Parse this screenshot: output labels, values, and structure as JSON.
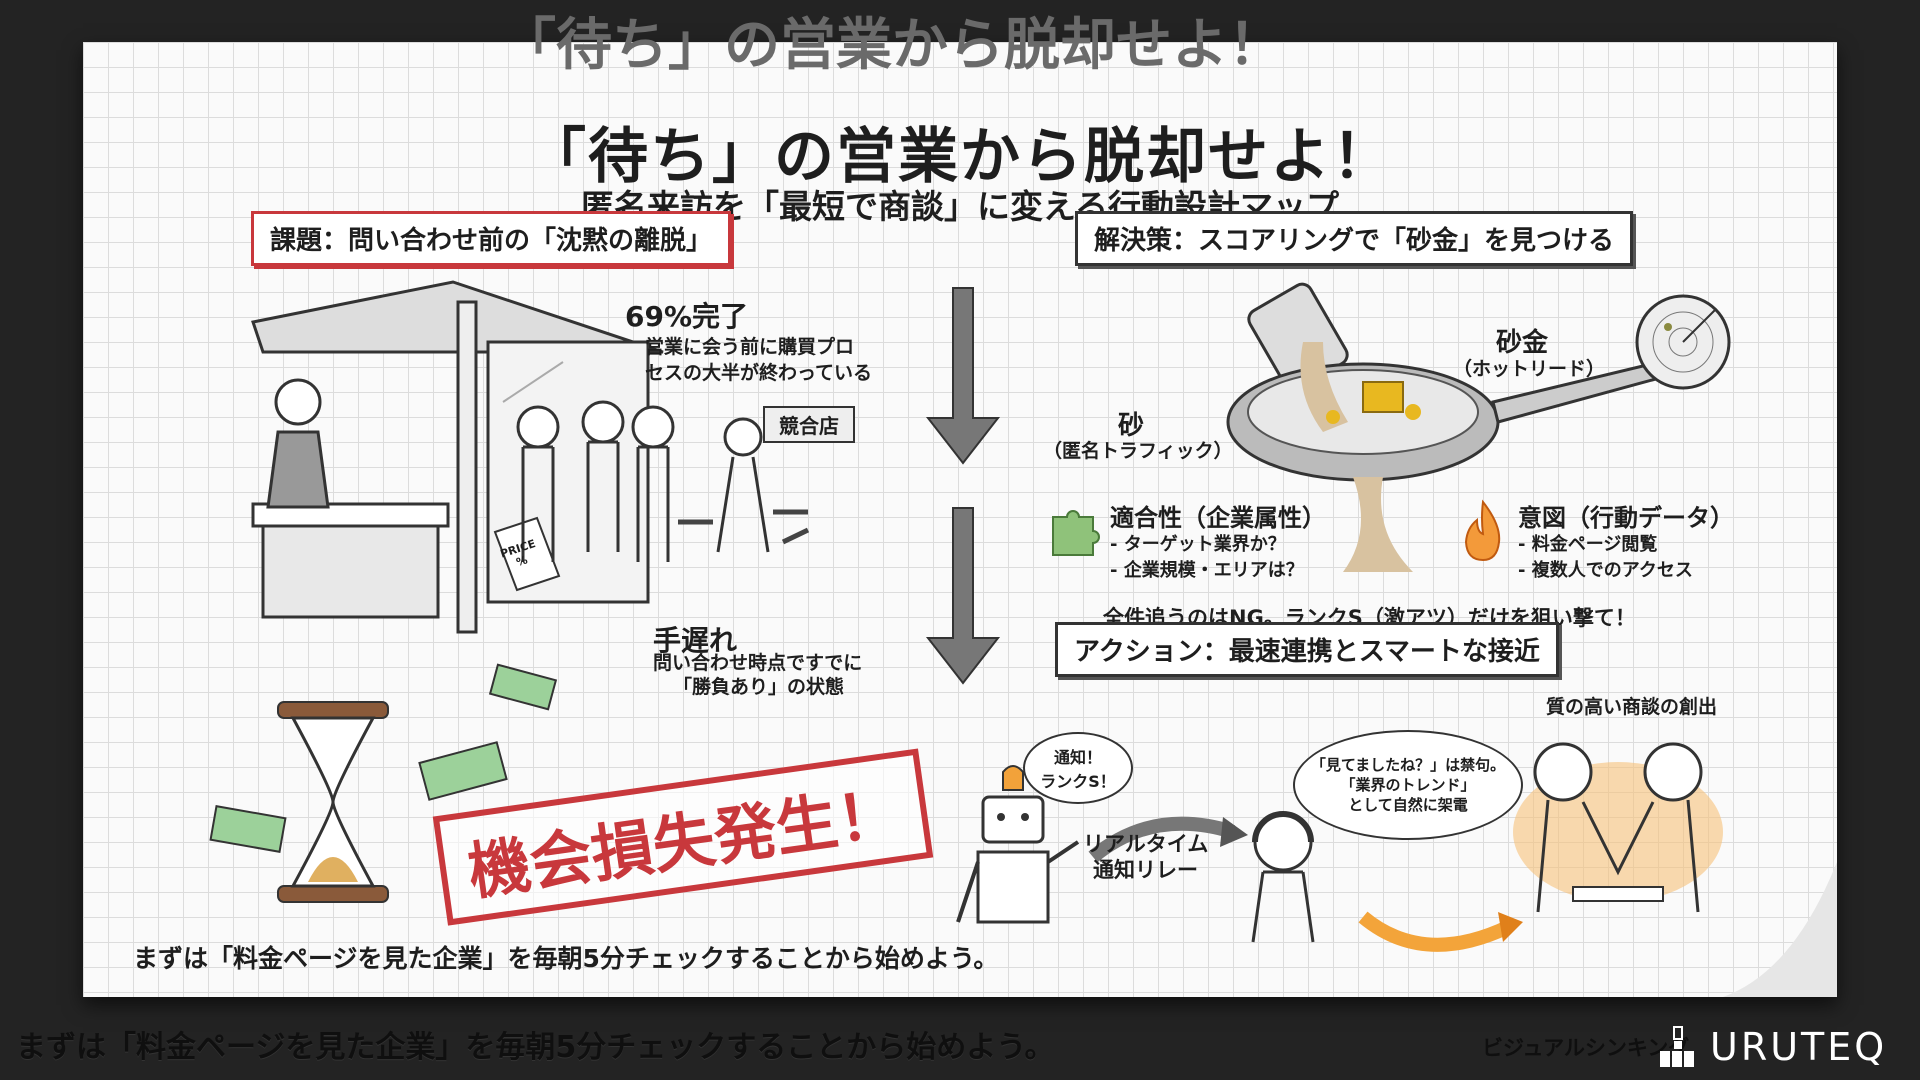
{
  "slide": {
    "title": "「待ち」の営業から脱却せよ！",
    "subtitle": "匿名来訪を「最短で商談」に変える行動設計マップ",
    "problem": {
      "header": "課題：問い合わせ前の「沈黙の離脱」",
      "stat_title": "69%完了",
      "stat_line1": "営業に会う前に購買プロ",
      "stat_line2": "セスの大半が終わっている",
      "competitor_sign": "競合店",
      "price_tag": "PRICE %",
      "late_title": "手遅れ",
      "late_line1": "問い合わせ時点ですでに",
      "late_line2": "「勝負あり」の状態",
      "stamp": "機会損失発生！"
    },
    "solution": {
      "header": "解決策：スコアリングで「砂金」を見つける",
      "gold_label": "砂金",
      "gold_sub": "（ホットリード）",
      "sand_label": "砂",
      "sand_sub": "（匿名トラフィック）",
      "fit_title": "適合性（企業属性）",
      "fit_items": [
        "- ターゲット業界か？",
        "- 企業規模・エリアは？"
      ],
      "intent_title": "意図（行動データ）",
      "intent_items": [
        "- 料金ページ閲覧",
        "- 複数人でのアクセス"
      ],
      "note": "全件追うのはNG。ランクS（激アツ）だけを狙い撃て！"
    },
    "action": {
      "header": "アクション：最速連携とスマートな接近",
      "robot_bubble": [
        "通知！",
        "ランクS！"
      ],
      "relay_label": [
        "リアルタイム",
        "通知リレー"
      ],
      "call_bubble": [
        "「見てましたね？」は禁句。",
        "「業界のトレンド」",
        "として自然に架電"
      ],
      "result_label": "質の高い商談の創出"
    },
    "footer_note": "まずは「料金ページを見た企業」を毎朝5分チェックすることから始めよう。"
  },
  "caption": "まずは「料金ページを見た企業」を毎朝5分チェックすることから始めよう。",
  "brand": {
    "tagline": "ビジュアルシンキング",
    "logo": "URUTEQ"
  },
  "colors": {
    "accent_red": "#c8383c",
    "gold": "#e8b820",
    "orange": "#f39a3a",
    "puzzle": "#8fc27a"
  }
}
